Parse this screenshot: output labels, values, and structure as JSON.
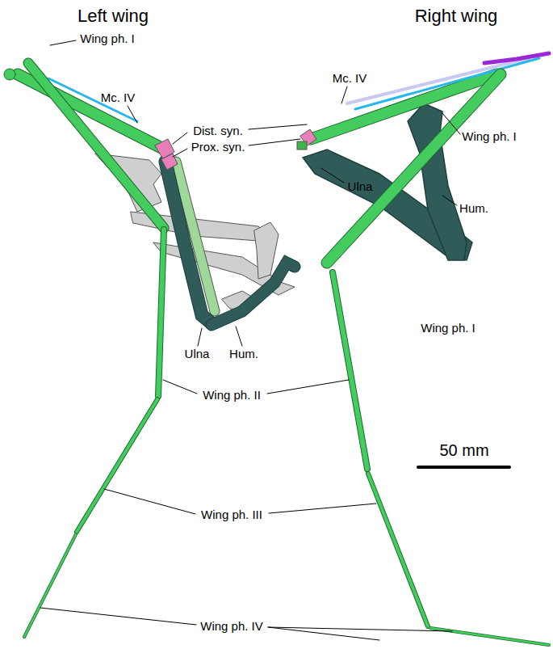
{
  "diagram": {
    "labels": [
      "Left wing",
      "Right wing",
      "Wing ph. I",
      "Mc. IV",
      "Dist. syn.",
      "Prox. syn.",
      "Mc. IV",
      "Wing ph. I",
      "Ulna",
      "Hum.",
      "Wing ph. I",
      "Ulna",
      "Hum.",
      "Wing ph. II",
      "50 mm",
      "Wing ph. III",
      "Wing ph. IV"
    ]
  }
}
